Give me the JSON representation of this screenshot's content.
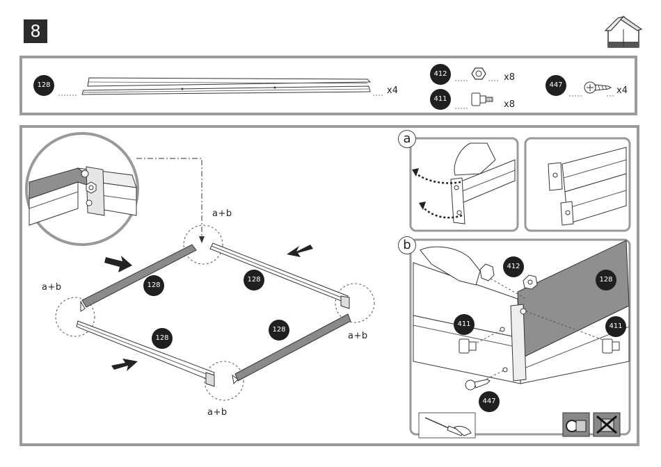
{
  "step": {
    "number": "8"
  },
  "parts": [
    {
      "id": "128",
      "qty": "x4"
    },
    {
      "id": "412",
      "qty": "x8"
    },
    {
      "id": "411",
      "qty": "x8"
    },
    {
      "id": "447",
      "qty": "x4"
    }
  ],
  "assembly": {
    "rail_labels": [
      "128",
      "128",
      "128",
      "128"
    ],
    "corner_labels": [
      "a+b",
      "a+b",
      "a+b",
      "a+b"
    ]
  },
  "detail_a": {
    "letter": "a"
  },
  "detail_b": {
    "letter": "b",
    "badges": [
      "412",
      "128",
      "411",
      "411",
      "447"
    ]
  },
  "icons": [
    "house-icon",
    "hex-nut-icon",
    "carriage-bolt-icon",
    "screw-icon",
    "screwdriver-icon",
    "allowed-tool-icon",
    "forbidden-tool-icon"
  ],
  "colors": {
    "badge": "#1f1f1f",
    "frame": "#9a9a9a",
    "rail": "#8a8a8a"
  }
}
